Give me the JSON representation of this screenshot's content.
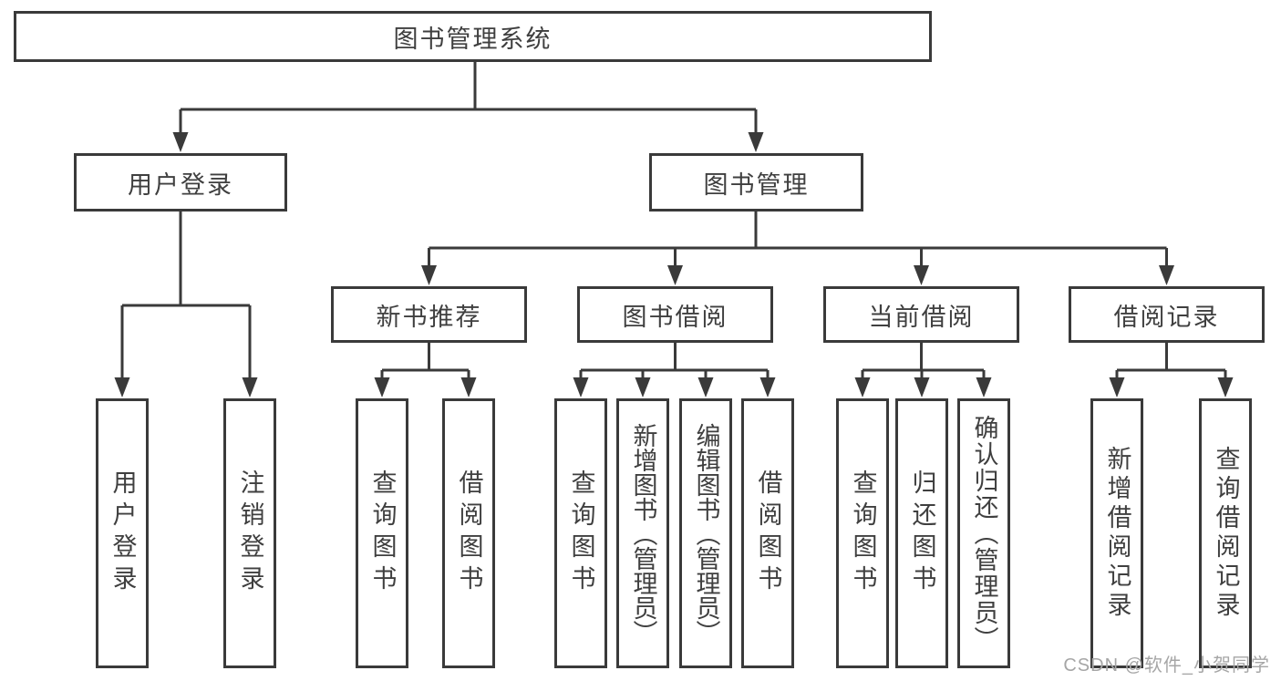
{
  "diagram": {
    "title": {
      "label": "图书管理系统"
    },
    "level2": {
      "user_login": "用户登录",
      "book_management": "图书管理"
    },
    "level3": {
      "new_book_recommendation": "新书推荐",
      "book_borrowing": "图书借阅",
      "current_borrowing": "当前借阅",
      "borrowing_records": "借阅记录"
    },
    "leaves": {
      "user_login": [
        "用户登录",
        "注销登录"
      ],
      "new_book_recommendation": [
        "查询图书",
        "借阅图书"
      ],
      "book_borrowing": [
        "查询图书",
        "新增图书（管理员）",
        "编辑图书（管理员）",
        "借阅图书"
      ],
      "current_borrowing": [
        "查询图书",
        "归还图书",
        "确认归还（管理员）"
      ],
      "borrowing_records": [
        "新增借阅记录",
        "查询借阅记录"
      ]
    }
  },
  "watermark": {
    "text": "CSDN @软件_小贺同学"
  },
  "colors": {
    "line": "#3a3a3a",
    "border": "#3a3a3a",
    "text": "#3f3f3f",
    "watermark": "#a6a6a6",
    "background": "#ffffff"
  }
}
